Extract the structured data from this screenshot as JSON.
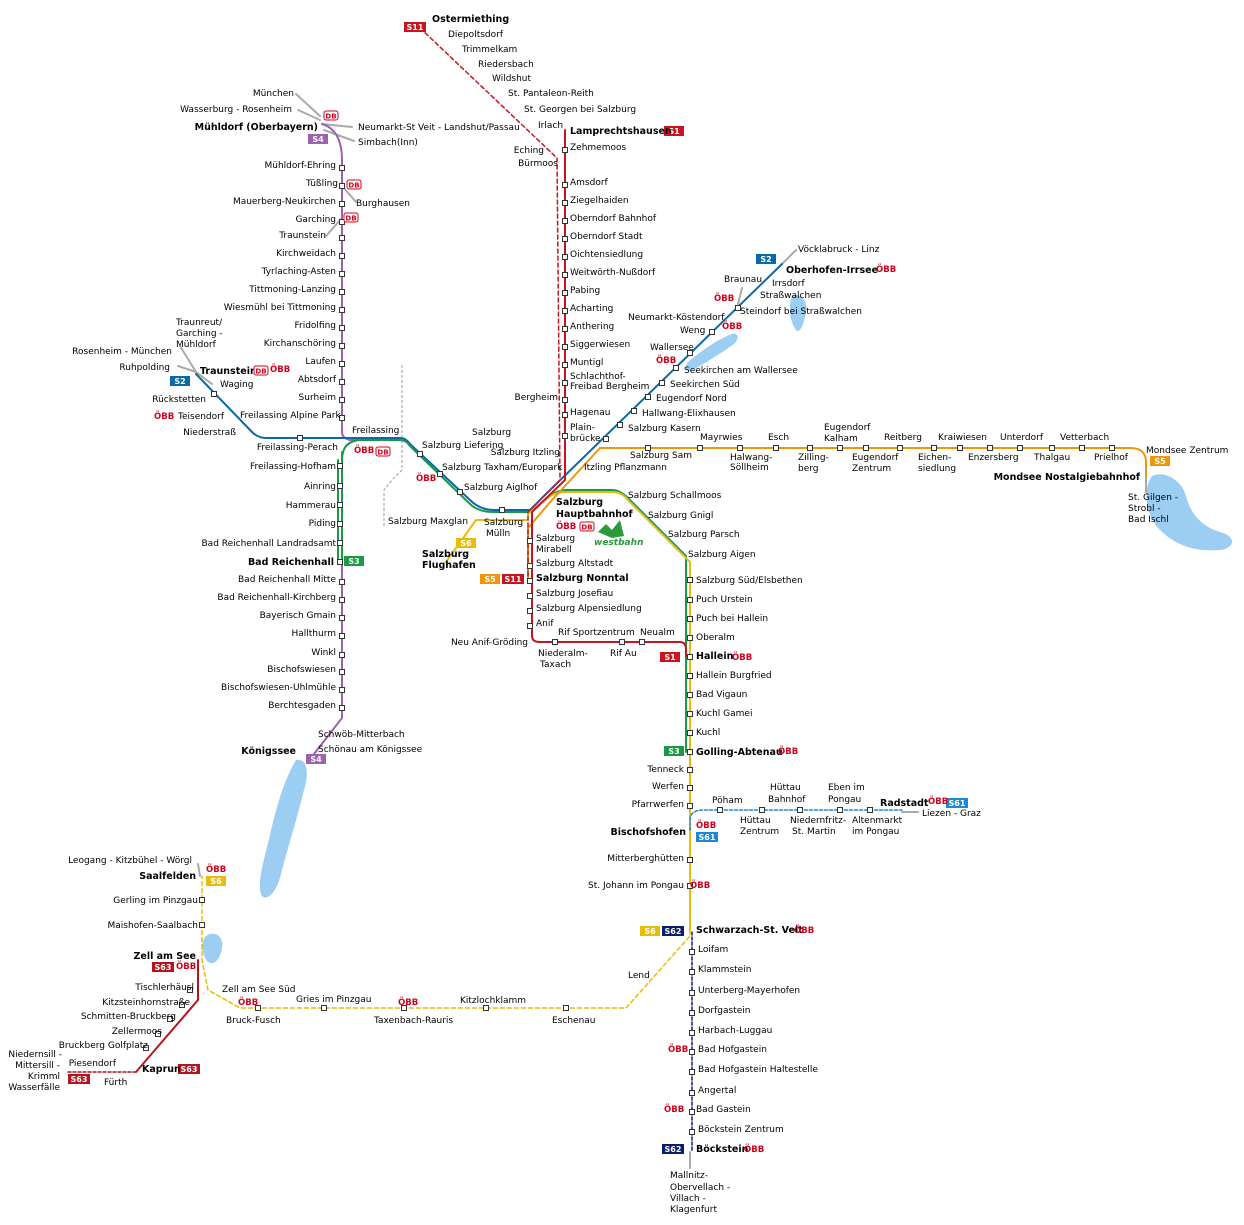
{
  "colors": {
    "s1": "#c8141e",
    "s2": "#0a6aa8",
    "s3": "#1a9a46",
    "s4": "#9a62b0",
    "s5": "#f0960a",
    "s6": "#e8bc0a",
    "s11": "#c8141e",
    "s61": "#1e88d6",
    "s62": "#0a1e6e",
    "s63": "#b4141e",
    "water": "#9ccdf2",
    "obb": "#d0021b",
    "westbahn": "#2a9a3a"
  },
  "badges": [
    {
      "id": "s11-north",
      "label": "S11",
      "color": "#c8141e"
    },
    {
      "id": "s1-lamprechtshausen",
      "label": "S1",
      "color": "#c8141e"
    },
    {
      "id": "s4-muehldorf",
      "label": "S4",
      "color": "#9a62b0"
    },
    {
      "id": "s2-oberhofen",
      "label": "S2",
      "color": "#0a6aa8"
    },
    {
      "id": "s2-traunstein",
      "label": "S2",
      "color": "#0a6aa8"
    },
    {
      "id": "s3-reichenhall",
      "label": "S3",
      "color": "#1a9a46"
    },
    {
      "id": "s6-flughafen",
      "label": "S6",
      "color": "#e8bc0a"
    },
    {
      "id": "s5-nonntal",
      "label": "S5",
      "color": "#f0960a"
    },
    {
      "id": "s11-nonntal",
      "label": "S11",
      "color": "#c8141e"
    },
    {
      "id": "s5-mondsee",
      "label": "S5",
      "color": "#f0960a"
    },
    {
      "id": "s1-hallein",
      "label": "S1",
      "color": "#c8141e"
    },
    {
      "id": "s3-golling",
      "label": "S3",
      "color": "#1a9a46"
    },
    {
      "id": "s4-koenigssee",
      "label": "S4",
      "color": "#9a62b0"
    },
    {
      "id": "s61-radstadt",
      "label": "S61",
      "color": "#1e88d6"
    },
    {
      "id": "s61-bischofshofen",
      "label": "S61",
      "color": "#1e88d6"
    },
    {
      "id": "s6-saalfelden",
      "label": "S6",
      "color": "#e8bc0a"
    },
    {
      "id": "s6-schwarzach",
      "label": "S6",
      "color": "#e8bc0a"
    },
    {
      "id": "s62-schwarzach",
      "label": "S62",
      "color": "#0a1e6e"
    },
    {
      "id": "s63-zell",
      "label": "S63",
      "color": "#b4141e"
    },
    {
      "id": "s63-kaprun",
      "label": "S63",
      "color": "#b4141e"
    },
    {
      "id": "s63-krimml",
      "label": "S63",
      "color": "#b4141e"
    },
    {
      "id": "s62-boeckstein",
      "label": "S62",
      "color": "#0a1e6e"
    }
  ],
  "operator_marks": {
    "obb": "ÖBB",
    "db": "DB",
    "westbahn": "westbahn"
  },
  "stations": {
    "ostermiething": "Ostermiething",
    "diepoltsdorf": "Diepoltsdorf",
    "trimmelkam": "Trimmelkam",
    "riedersbach": "Riedersbach",
    "wildshut": "Wildshut",
    "pantaleon": "St. Pantaleon-Reith",
    "georgen": "St. Georgen bei Salzburg",
    "irlach": "Irlach",
    "eching": "Eching",
    "buermoos": "Bürmoos",
    "lamprechtshausen": "Lamprechtshausen",
    "zehmemoos": "Zehmemoos",
    "amsdorf": "Amsdorf",
    "ziegelhaiden": "Ziegelhaiden",
    "oberndorf_bf": "Oberndorf Bahnhof",
    "oberndorf_st": "Oberndorf Stadt",
    "oichten": "Oichtensiedlung",
    "weitwoerth": "Weitwörth-Nußdorf",
    "pabing": "Pabing",
    "acharting": "Acharting",
    "anthering": "Anthering",
    "siggerwiesen": "Siggerwiesen",
    "muntigl": "Muntigl",
    "schlachthof1": "Schlachthof-",
    "schlachthof2": "Freibad Bergheim",
    "bergheim": "Bergheim",
    "hagenau": "Hagenau",
    "plain1": "Plain-",
    "plain2": "brücke",
    "itzling": "Salzburg Itzling",
    "muenchen": "München",
    "wasserburg": "Wasserburg - Rosenheim",
    "muehldorf": "Mühldorf (Oberbayern)",
    "neumarkt_st_veit": "Neumarkt-St Veit - Landshut/Passau",
    "simbach": "Simbach(Inn)",
    "muehldorf_ehring": "Mühldorf-Ehring",
    "tuessling": "Tüßling",
    "burghausen": "Burghausen",
    "mauerberg": "Mauerberg-Neukirchen",
    "garching": "Garching",
    "traunstein_north": "Traunstein",
    "kirchweidach": "Kirchweidach",
    "tyrlaching": "Tyrlaching-Asten",
    "tittmoning": "Tittmoning-Lanzing",
    "wiesmuehl": "Wiesmühl bei Tittmoning",
    "fridolfing": "Fridolfing",
    "kirchanschoering": "Kirchanschöring",
    "laufen": "Laufen",
    "abtsdorf": "Abtsdorf",
    "surheim": "Surheim",
    "freilassing": "Freilassing",
    "traunreut1": "Traunreut/",
    "traunreut2": "Garching -",
    "traunreut3": "Mühldorf",
    "rosenheim": "Rosenheim - München",
    "ruhpolding": "Ruhpolding",
    "traunstein": "Traunstein",
    "waging": "Waging",
    "rueckstetten": "Rückstetten",
    "teisendorf": "Teisendorf",
    "niederstrass": "Niederstraß",
    "alpine_park": "Freilassing Alpine Park",
    "perach": "Freilassing-Perach",
    "hofham": "Freilassing-Hofham",
    "ainring": "Ainring",
    "hammerau": "Hammerau",
    "piding": "Piding",
    "landradsamt": "Bad Reichenhall Landradsamt",
    "reichenhall": "Bad Reichenhall",
    "reichenhall_mitte": "Bad Reichenhall Mitte",
    "reichenhall_kirchberg": "Bad Reichenhall-Kirchberg",
    "gmain": "Bayerisch Gmain",
    "hallthurm": "Hallthurm",
    "winkl": "Winkl",
    "bischofswiesen": "Bischofswiesen",
    "bischofswiesen_u": "Bischofswiesen-Uhlmühle",
    "berchtesgaden": "Berchtesgaden",
    "schwoeb": "Schwöb-Mitterbach",
    "schoenau": "Schönau am Königssee",
    "koenigssee": "Königssee",
    "liefering1": "Salzburg",
    "liefering2": "Salzburg Liefering",
    "taxham": "Salzburg Taxham/Europark",
    "aiglhof": "Salzburg Aiglhof",
    "maxglan": "Salzburg Maxglan",
    "muelln1": "Salzburg",
    "muelln2": "Mülln",
    "flughafen1": "Salzburg",
    "flughafen2": "Flughafen",
    "hbf1": "Salzburg",
    "hbf2": "Hauptbahnhof",
    "mirabell1": "Salzburg",
    "mirabell2": "Mirabell",
    "altstadt": "Salzburg Altstadt",
    "nonntal": "Salzburg Nonntal",
    "josefiau": "Salzburg Josefiau",
    "alpensiedlung": "Salzburg Alpensiedlung",
    "anif": "Anif",
    "neu_anif": "Neu Anif-Gröding",
    "niederalm1": "Niederalm-",
    "niederalm2": "Taxach",
    "rif_sport": "Rif Sportzentrum",
    "rif_au": "Rif Au",
    "neualm": "Neualm",
    "voecklabruck": "Vöcklabruck - Linz",
    "oberhofen": "Oberhofen-Irrsee",
    "braunau": "Braunau",
    "irrsdorf": "Irrsdorf",
    "strasswalchen": "Straßwalchen",
    "steindorf": "Steindorf bei Straßwalchen",
    "neumarkt_k": "Neumarkt-Köstendorf",
    "weng": "Weng",
    "wallersee": "Wallersee",
    "seekirchen": "Seekirchen am Wallersee",
    "seekirchen_sued": "Seekirchen Süd",
    "eugendorf_nord": "Eugendorf Nord",
    "hallwang": "Hallwang-Elixhausen",
    "kasern": "Salzburg Kasern",
    "sam": "Salzburg Sam",
    "pflanzmann": "Itzling Pflanzmann",
    "mayrwies": "Mayrwies",
    "soellheim1": "Halwang-",
    "soellheim2": "Söllheim",
    "esch": "Esch",
    "zilling1": "Zilling-",
    "zilling2": "berg",
    "kalham1": "Eugendorf",
    "kalham2": "Kalham",
    "eug_zentrum1": "Eugendorf",
    "eug_zentrum2": "Zentrum",
    "reitberg": "Reitberg",
    "eichensiedlung1": "Eichen-",
    "eichensiedlung2": "siedlung",
    "kraiwiesen": "Kraiwiesen",
    "enzersberg": "Enzersberg",
    "unterdorf": "Unterdorf",
    "thalgau": "Thalgau",
    "vetterbach": "Vetterbach",
    "prielhof": "Prielhof",
    "mondsee_zentrum": "Mondsee Zentrum",
    "mondsee_nostalgie": "Mondsee Nostalgiebahnhof",
    "gilgen1": "St. Gilgen -",
    "gilgen2": "Strobl -",
    "gilgen3": "Bad Ischl",
    "schallmoos": "Salzburg Schallmoos",
    "gnigl": "Salzburg Gnigl",
    "parsch": "Salzburg Parsch",
    "aigen": "Salzburg Aigen",
    "sued": "Salzburg Süd/Elsbethen",
    "urstein": "Puch Urstein",
    "puch": "Puch bei Hallein",
    "oberalm": "Oberalm",
    "hallein": "Hallein",
    "burgfried": "Hallein Burgfried",
    "vigaun": "Bad Vigaun",
    "gamei": "Kuchl Gamei",
    "kuchl": "Kuchl",
    "golling": "Golling-Abtenau",
    "tenneck": "Tenneck",
    "werfen": "Werfen",
    "pfarrwerfen": "Pfarrwerfen",
    "bischofshofen": "Bischofshofen",
    "mitterberghuetten": "Mitterberghütten",
    "johann": "St. Johann im Pongau",
    "schwarzach": "Schwarzach-St. Veit",
    "loifam": "Loifam",
    "klammstein": "Klammstein",
    "unterberg": "Unterberg-Mayerhofen",
    "dorfgastein": "Dorfgastein",
    "harbach": "Harbach-Luggau",
    "hofgastein": "Bad Hofgastein",
    "hofgastein_h": "Bad Hofgastein Haltestelle",
    "angertal": "Angertal",
    "badgastein": "Bad Gastein",
    "boeckstein_z": "Böckstein Zentrum",
    "boeckstein": "Böckstein",
    "mallnitz1": "Mallnitz-",
    "mallnitz2": "Obervellach -",
    "mallnitz3": "Villach -",
    "mallnitz4": "Klagenfurt",
    "poeham": "Pöham",
    "huettau_bf1": "Hüttau",
    "huettau_bf2": "Bahnhof",
    "huettau_z1": "Hüttau",
    "huettau_z2": "Zentrum",
    "niederfritz1": "Niedernfritz-",
    "niederfritz2": "St. Martin",
    "eben1": "Eben im",
    "eben2": "Pongau",
    "altenmarkt1": "Altenmarkt",
    "altenmarkt2": "im Pongau",
    "radstadt": "Radstadt",
    "liezen": "Liezen - Graz",
    "leogang": "Leogang - Kitzbühel - Wörgl",
    "saalfelden": "Saalfelden",
    "gerling": "Gerling im Pinzgau",
    "maishofen": "Maishofen-Saalbach",
    "zell": "Zell am See",
    "zell_sued": "Zell am See Süd",
    "tischlerhaeusl": "Tischlerhäusl",
    "kitzstein": "Kitzsteinhornstraße",
    "schmitten": "Schmitten-Bruckberg",
    "zellermoos": "Zellermoos",
    "bruckberg": "Bruckberg Golfplatz",
    "piesendorf": "Piesendorf",
    "kaprun": "Kaprun",
    "fuerth": "Fürth",
    "niedersill1": "Niedernsill -",
    "niedersill2": "Mittersill -",
    "niedersill3": "Krimml",
    "niedersill4": "Wasserfälle",
    "bruck": "Bruck-Fusch",
    "gries": "Gries im Pinzgau",
    "taxenbach": "Taxenbach-Rauris",
    "kitzlochklamm": "Kitzlochklamm",
    "eschenau": "Eschenau",
    "lend": "Lend"
  }
}
